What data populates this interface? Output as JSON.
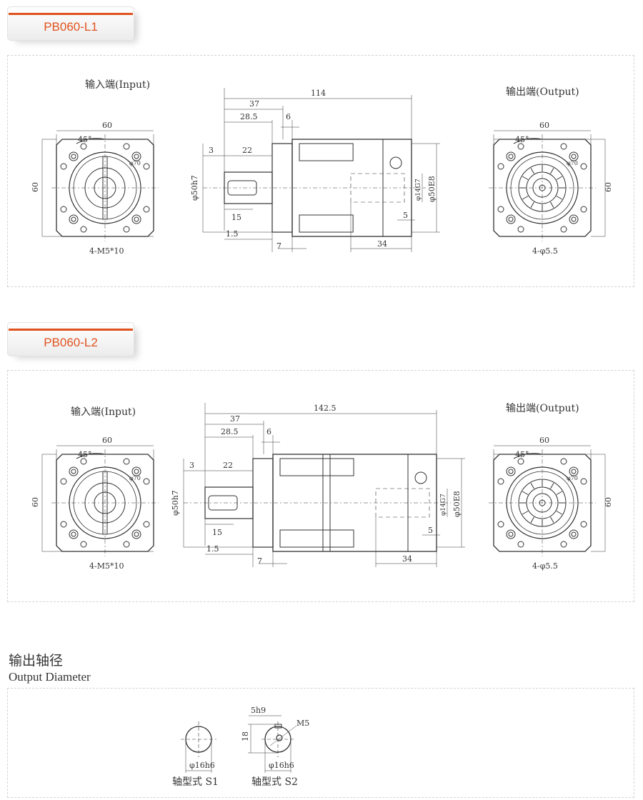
{
  "sections": [
    {
      "title": "PB060-L1",
      "input_label": "输入端(Input)",
      "output_label": "输出端(Output)",
      "in": {
        "w": "60",
        "h": "60",
        "angle": "45°",
        "pcd": "φ70",
        "holes": "4-M5*10"
      },
      "side": {
        "total": "114",
        "d37": "37",
        "d28": "28.5",
        "d6": "6",
        "d3": "3",
        "d22": "22",
        "d15": "15",
        "pilot": "φ50h7",
        "d1_5": "1.5",
        "d7": "7",
        "d34": "34",
        "bore": "φ14G7",
        "spig": "φ50E8",
        "d5": "5"
      },
      "out": {
        "w": "60",
        "h": "60",
        "angle": "45°",
        "pcd": "φ70",
        "holes": "4-φ5.5"
      }
    },
    {
      "title": "PB060-L2",
      "input_label": "输入端(Input)",
      "output_label": "输出端(Output)",
      "in": {
        "w": "60",
        "h": "60",
        "angle": "45°",
        "pcd": "φ70",
        "holes": "4-M5*10"
      },
      "side": {
        "total": "142.5",
        "d37": "37",
        "d28": "28.5",
        "d6": "6",
        "d3": "3",
        "d22": "22",
        "d15": "15",
        "pilot": "φ50h7",
        "d1_5": "1.5",
        "d7": "7",
        "d34": "34",
        "bore": "φ14G7",
        "spig": "φ50E8",
        "d5": "5"
      },
      "out": {
        "w": "60",
        "h": "60",
        "angle": "45°",
        "pcd": "φ70",
        "holes": "4-φ5.5"
      }
    }
  ],
  "shaft": {
    "title_cn": "输出轴径",
    "title_en": "Output Diameter",
    "s1": {
      "dia": "φ16h6",
      "label": "轴型式 S1"
    },
    "s2": {
      "dia": "φ16h6",
      "key": "5h9",
      "height": "18",
      "thread": "M5",
      "label": "轴型式 S2"
    }
  },
  "colors": {
    "accent": "#e0531f",
    "line": "#333333"
  }
}
